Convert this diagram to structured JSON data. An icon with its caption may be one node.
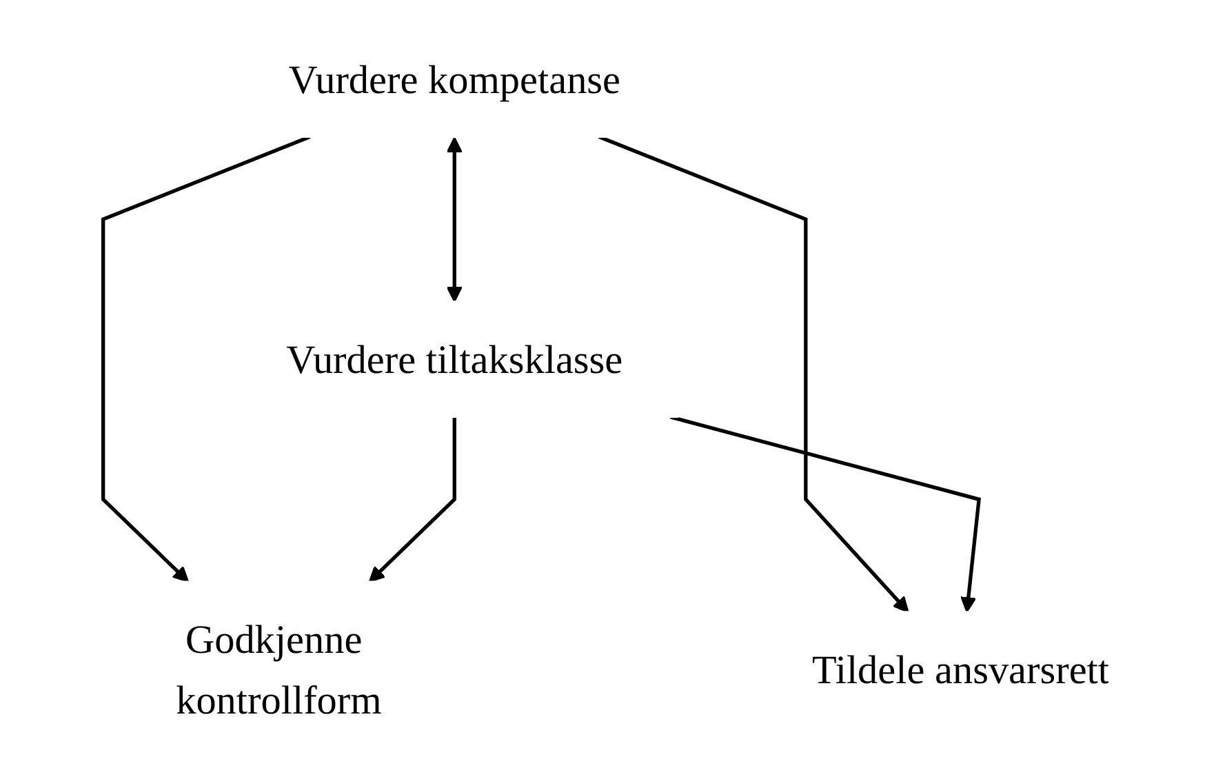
{
  "diagram": {
    "nodes": [
      {
        "text": [
          "Vurdere kompetanse"
        ]
      },
      {
        "text": [
          "Godkjenne kontrollform"
        ]
      },
      {
        "text": [
          "Tildele ansvarsrett"
        ]
      },
      {
        "text": [
          "Vurdere tiltaksklasse"
        ]
      }
    ],
    "edges": [
      {
        "from": 0,
        "to": 1,
        "arrow": "to"
      },
      {
        "from": 0,
        "to": 2,
        "arrow": "to"
      },
      {
        "from": 0,
        "to": 3,
        "arrow": "both"
      },
      {
        "from": 3,
        "to": 1,
        "arrow": "to"
      },
      {
        "from": 3,
        "to": 2,
        "arrow": "to"
      }
    ]
  }
}
